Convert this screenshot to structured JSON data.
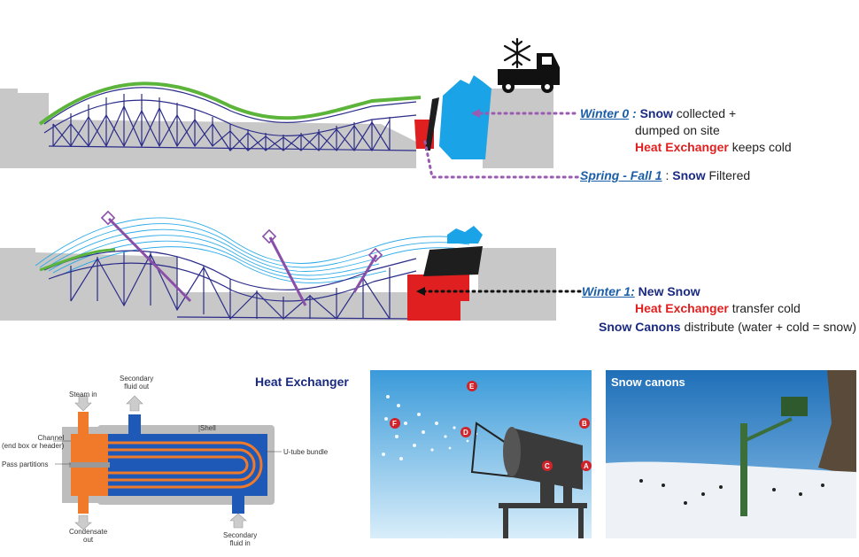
{
  "annotations": {
    "winter0": {
      "season": "Winter 0",
      "sep": " :",
      "snow": "Snow",
      "line1_rest": " collected +",
      "line2": "dumped on site",
      "hx": "Heat Exchanger",
      "hx_rest": " keeps cold"
    },
    "springfall": {
      "season": "Spring - Fall  1",
      "sep": " : ",
      "snow": "Snow",
      "rest": " Filtered"
    },
    "winter1": {
      "season": "Winter 1:",
      "snow": " New Snow",
      "hx": "Heat Exchanger",
      "hx_rest": " transfer cold",
      "canons": "Snow Canons",
      "canons_rest": " distribute (water + cold = snow)"
    }
  },
  "heat_exchanger": {
    "title": "Heat Exchanger",
    "labels": {
      "secondary_out": "Secondary\nfluid out",
      "steam_in": "Steam in",
      "shell": "Shell",
      "channel": "Channel\n(end box or header)",
      "utube": "U-tube bundle",
      "pass": "Pass partitions",
      "condensate": "Condensate\nout",
      "secondary_in": "Secondary\nfluid in"
    }
  },
  "cannon_diagram": {
    "letters": [
      "E",
      "B",
      "F",
      "D",
      "C",
      "A"
    ]
  },
  "snow_photo": {
    "title": "Snow canons"
  },
  "colors": {
    "ground": "#c8c8c8",
    "structure": "#2c2c8a",
    "green_roof": "#5cb43a",
    "snow_blue": "#1aa3e6",
    "heat_red": "#e02020",
    "dotted_purple": "#9a5bb0",
    "dark": "#1e1e1e"
  },
  "icons": [
    "snowflake-icon",
    "truck-icon"
  ]
}
